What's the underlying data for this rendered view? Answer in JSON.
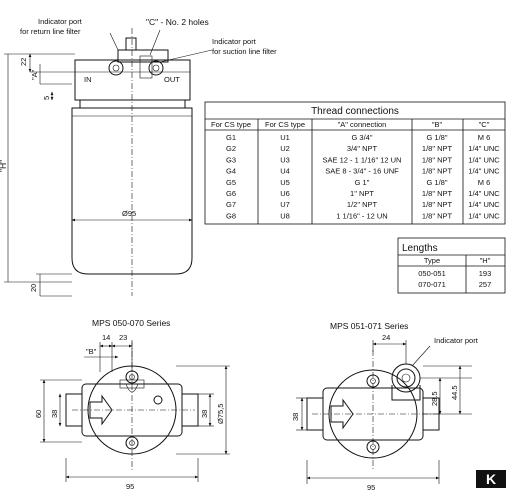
{
  "annotations": {
    "c_holes": "\"C\" - No. 2 holes",
    "indicator_return_l1": "Indicator port",
    "indicator_return_l2": "for return line filter",
    "indicator_suction_l1": "Indicator port",
    "indicator_suction_l2": "for suction line filter",
    "in_label": "IN",
    "out_label": "OUT",
    "dim_22": "22",
    "dim_A": "\"A\"",
    "dim_5": "5",
    "dim_H": "\"H\"",
    "dim_20": "20",
    "dim_d95": "Ø95",
    "indicator_port": "Indicator port"
  },
  "thread_table": {
    "title": "Thread connections",
    "headers": [
      "For CS type",
      "For CS type",
      "\"A\"  connection",
      "\"B\"",
      "\"C\""
    ],
    "rows": [
      [
        "G1",
        "U1",
        "G 3/4\"",
        "G 1/8\"",
        "M 6"
      ],
      [
        "G2",
        "U2",
        "3/4\" NPT",
        "1/8\" NPT",
        "1/4\" UNC"
      ],
      [
        "G3",
        "U3",
        "SAE 12 - 1 1/16\" 12 UN",
        "1/8\" NPT",
        "1/4\" UNC"
      ],
      [
        "G4",
        "U4",
        "SAE 8 - 3/4\" - 16 UNF",
        "1/8\" NPT",
        "1/4\" UNC"
      ],
      [
        "G5",
        "U5",
        "G 1\"",
        "G 1/8\"",
        "M 6"
      ],
      [
        "G6",
        "U6",
        "1\" NPT",
        "1/8\" NPT",
        "1/4\" UNC"
      ],
      [
        "G7",
        "U7",
        "1/2\" NPT",
        "1/8\" NPT",
        "1/4\" UNC"
      ],
      [
        "G8",
        "U8",
        "1 1/16\" - 12 UN",
        "1/8\" NPT",
        "1/4\" UNC"
      ]
    ]
  },
  "lengths_table": {
    "title": "Lengths",
    "headers": [
      "Type",
      "\"H\""
    ],
    "rows": [
      [
        "050-051",
        "193"
      ],
      [
        "070-071",
        "257"
      ]
    ]
  },
  "view_left": {
    "title": "MPS 050-070 Series",
    "dim_14": "14",
    "dim_23": "23",
    "dim_B": "\"B\"",
    "dim_60": "60",
    "dim_38a": "38",
    "dim_38b": "38",
    "dim_d755": "Ø75,5",
    "dim_95": "95"
  },
  "view_right": {
    "title": "MPS 051-071 Series",
    "dim_24": "24",
    "dim_285": "28.5",
    "dim_445": "44.5",
    "dim_38": "38",
    "dim_95": "95"
  },
  "logo": "K"
}
